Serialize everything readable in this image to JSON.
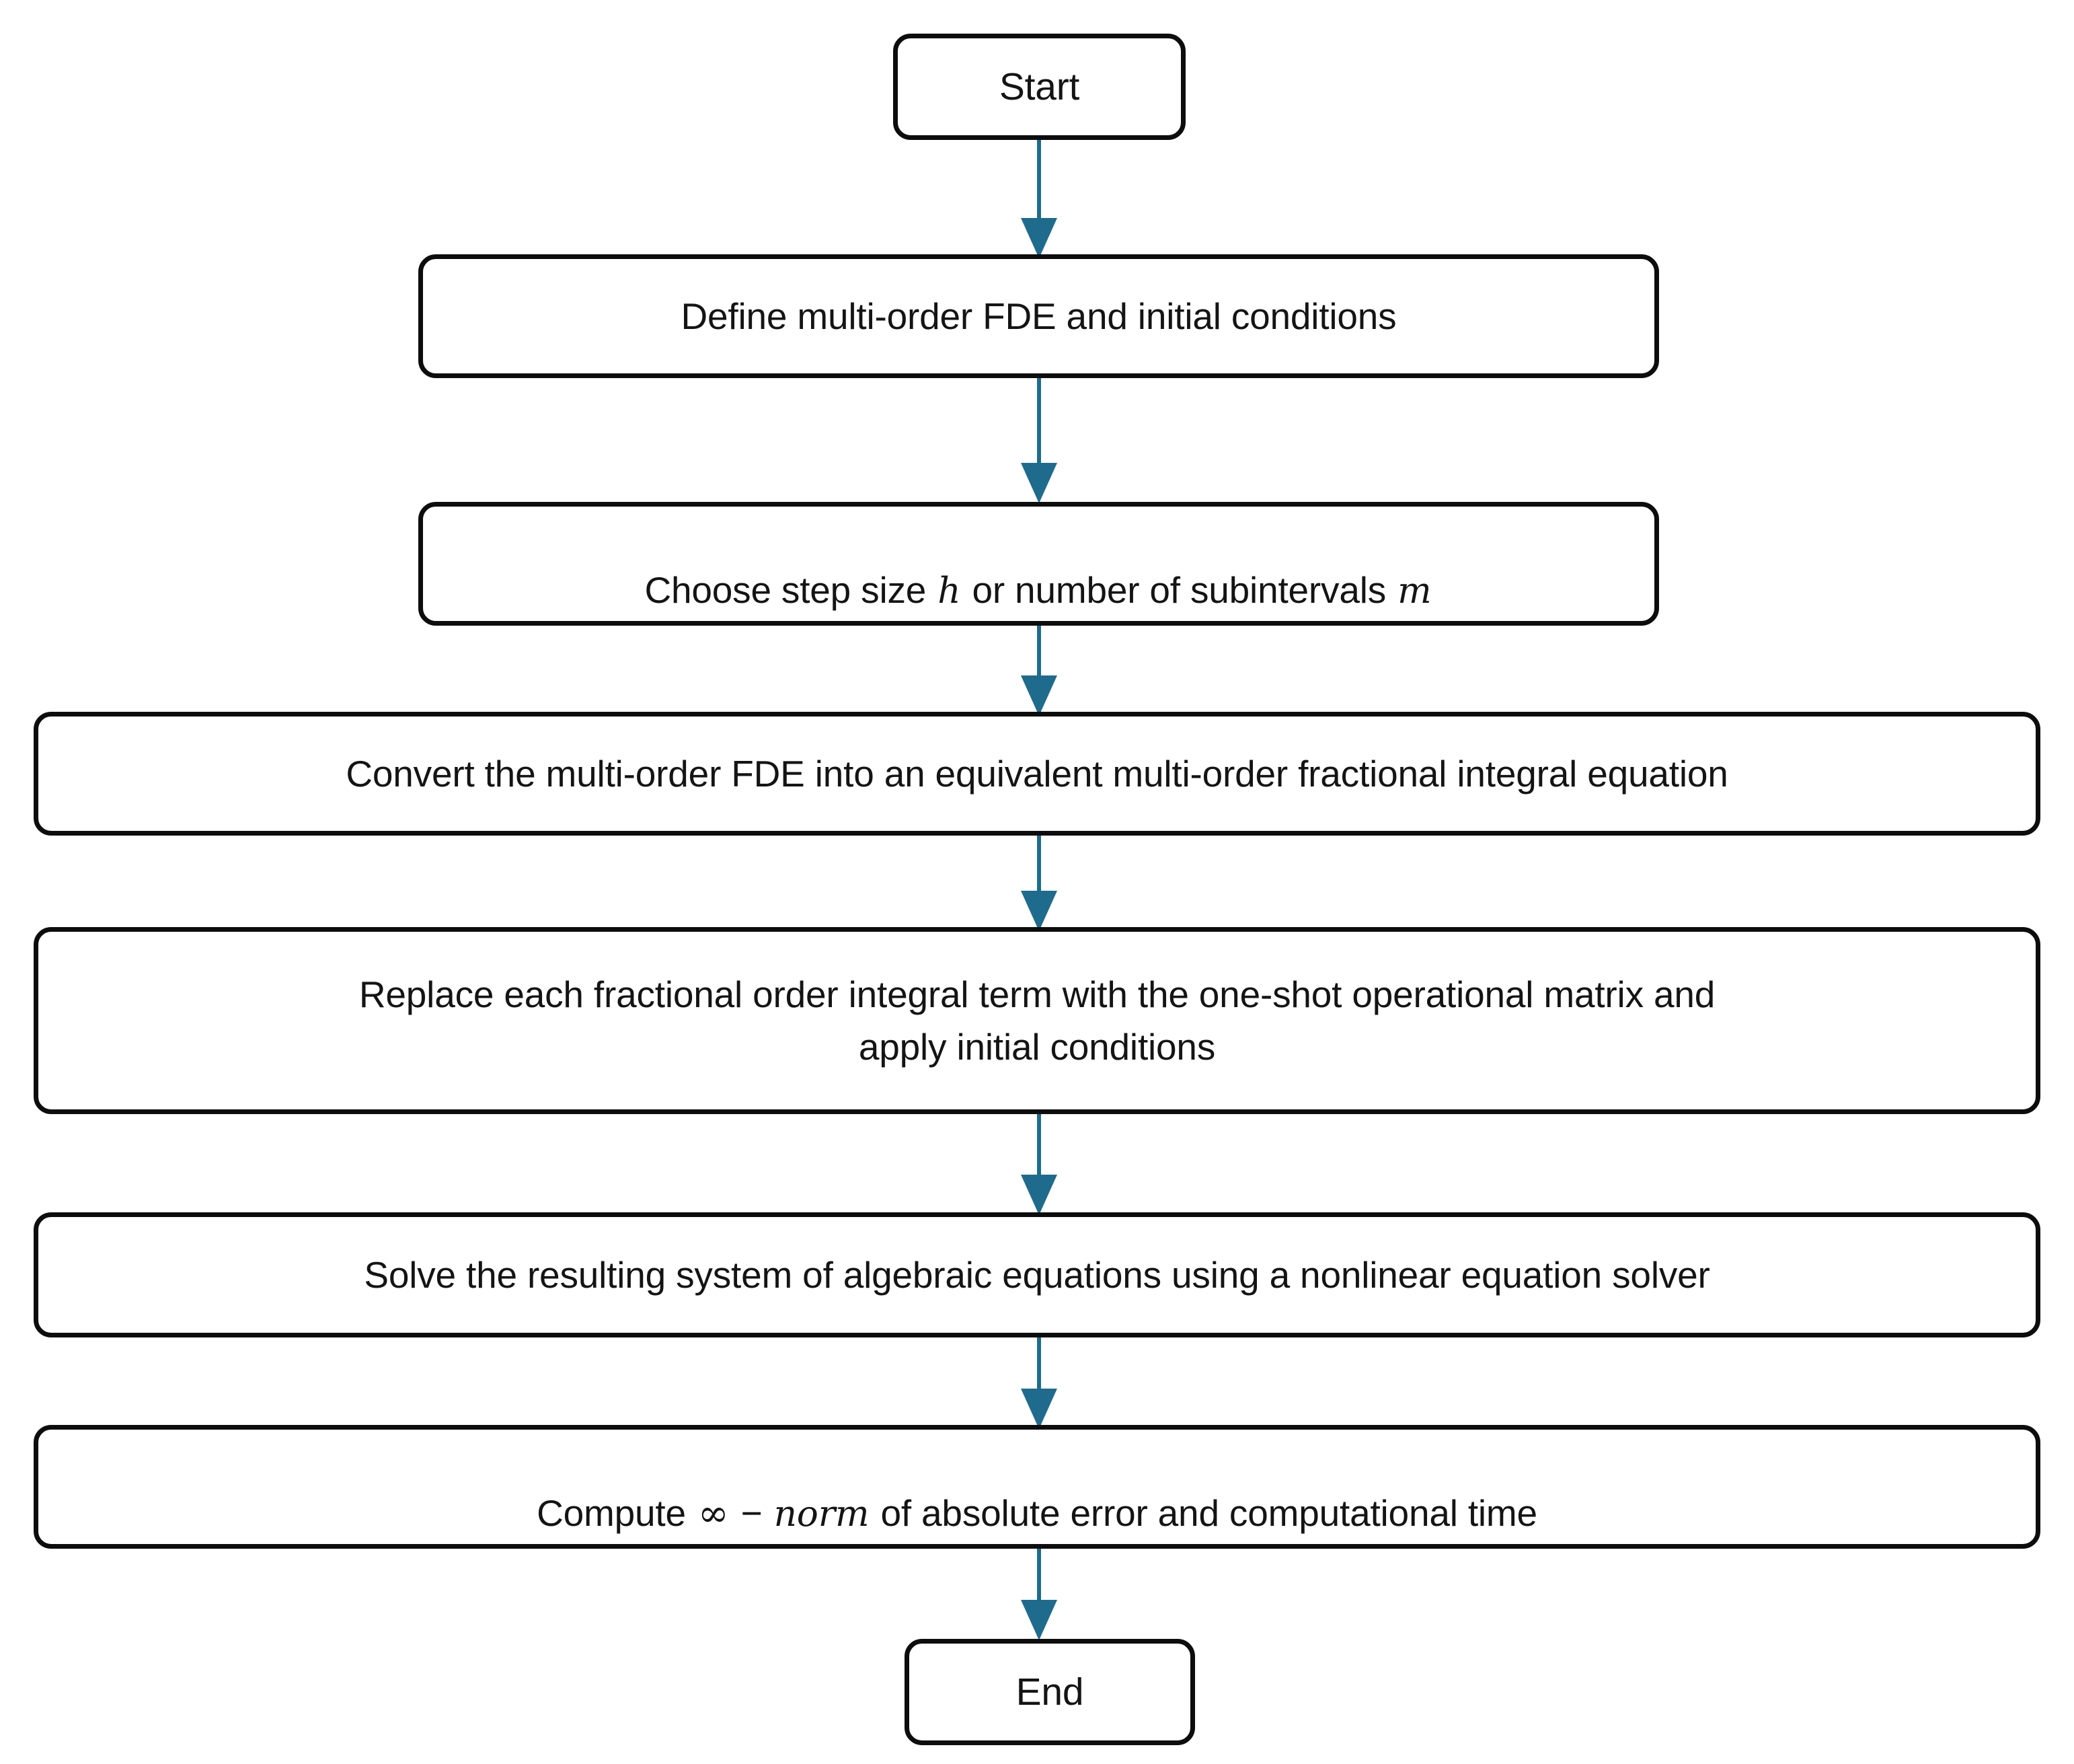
{
  "diagram": {
    "title": "Flowchart of the one-shot operational matrix method for multi-order FDEs",
    "type": "flowchart",
    "orientation": "top-to-bottom",
    "background_color": "#ffffff",
    "node_border_color": "#0d0d0d",
    "node_fill_color": "#ffffff",
    "arrow_color": "#1f6b8e",
    "text_color": "#141414"
  },
  "nodes": [
    {
      "id": "start",
      "shape": "rounded-rectangle",
      "role": "terminator",
      "label": "Start"
    },
    {
      "id": "define",
      "shape": "rounded-rectangle",
      "role": "process",
      "label": "Define multi-order FDE and initial conditions"
    },
    {
      "id": "stepsize",
      "shape": "rounded-rectangle",
      "role": "process",
      "label_parts": [
        {
          "text": "Choose step size ",
          "style": "normal"
        },
        {
          "text": "h",
          "style": "math-italic"
        },
        {
          "text": " or number of subintervals ",
          "style": "normal"
        },
        {
          "text": "m",
          "style": "math-italic"
        }
      ],
      "label": "Choose step size h or number of subintervals m"
    },
    {
      "id": "convert",
      "shape": "rounded-rectangle",
      "role": "process",
      "label": "Convert the multi-order FDE into an equivalent multi-order fractional integral equation"
    },
    {
      "id": "replace",
      "shape": "rounded-rectangle",
      "role": "process",
      "label": "Replace each fractional order integral term with the one-shot  operational matrix and\napply initial  conditions"
    },
    {
      "id": "solve",
      "shape": "rounded-rectangle",
      "role": "process",
      "label": "Solve the resulting system  of algebraic equations using a nonlinear equation solver"
    },
    {
      "id": "compute",
      "shape": "rounded-rectangle",
      "role": "process",
      "label_parts": [
        {
          "text": "Compute ",
          "style": "normal"
        },
        {
          "text": "∞",
          "style": "math-symbol"
        },
        {
          "text": " − ",
          "style": "normal"
        },
        {
          "text": "norm",
          "style": "math-italic"
        },
        {
          "text": " of absolute error and computational time",
          "style": "normal"
        }
      ],
      "label": "Compute ∞ − norm of absolute error and computational time"
    },
    {
      "id": "end",
      "shape": "rounded-rectangle",
      "role": "terminator",
      "label": "End"
    }
  ],
  "edges": [
    {
      "from": "start",
      "to": "define",
      "style": "solid-arrow"
    },
    {
      "from": "define",
      "to": "stepsize",
      "style": "solid-arrow"
    },
    {
      "from": "stepsize",
      "to": "convert",
      "style": "solid-arrow"
    },
    {
      "from": "convert",
      "to": "replace",
      "style": "solid-arrow"
    },
    {
      "from": "replace",
      "to": "solve",
      "style": "solid-arrow"
    },
    {
      "from": "solve",
      "to": "compute",
      "style": "solid-arrow"
    },
    {
      "from": "compute",
      "to": "end",
      "style": "solid-arrow"
    }
  ]
}
